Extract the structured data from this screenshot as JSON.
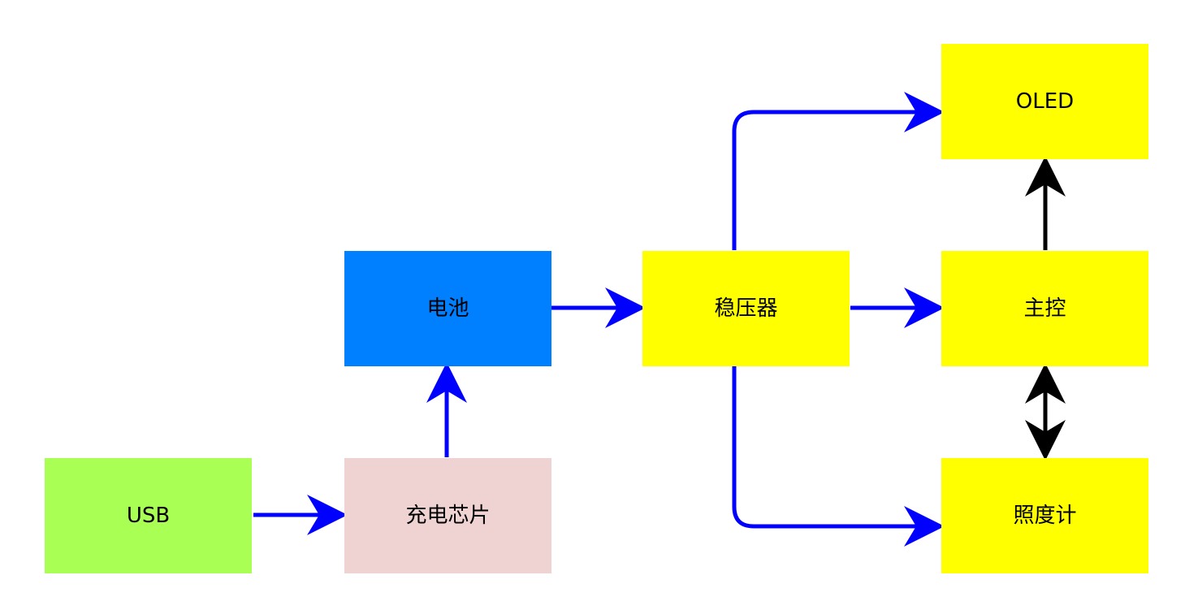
{
  "nodes": {
    "usb": {
      "label": "USB",
      "color": "#AAFF55"
    },
    "charger": {
      "label": "充电芯片",
      "color": "#EFD3D3"
    },
    "battery": {
      "label": "电池",
      "color": "#007FFF"
    },
    "regulator": {
      "label": "稳压器",
      "color": "#FFFF00"
    },
    "oled": {
      "label": "OLED",
      "color": "#FFFF00"
    },
    "mcu": {
      "label": "主控",
      "color": "#FFFF00"
    },
    "lightmeter": {
      "label": "照度计",
      "color": "#FFFF00"
    }
  },
  "edges": {
    "power_color": "#0000FF",
    "signal_color": "#000000"
  }
}
